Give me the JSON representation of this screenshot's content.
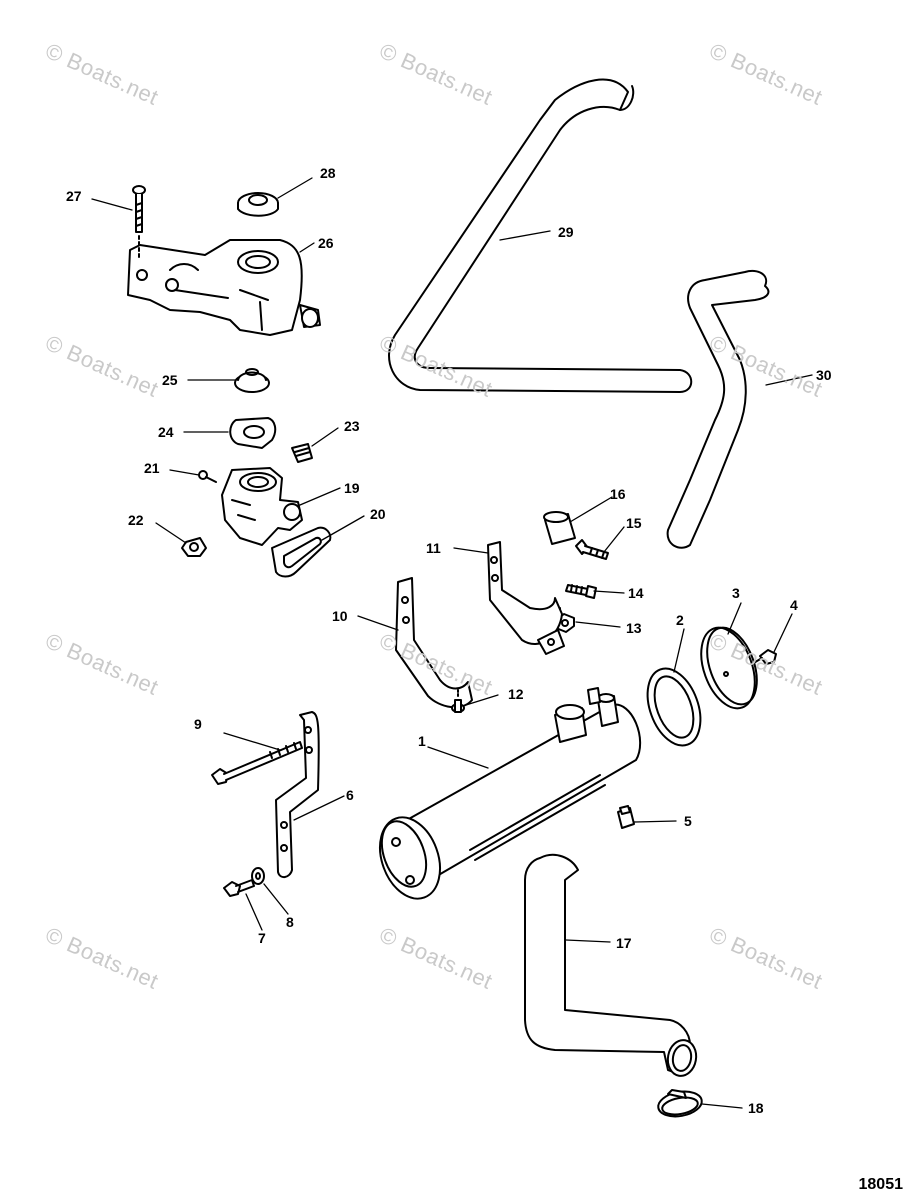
{
  "figure_number": "18051",
  "watermark": "© Boats.net",
  "callouts": {
    "c1": "1",
    "c2": "2",
    "c3": "3",
    "c4": "4",
    "c5": "5",
    "c6": "6",
    "c7": "7",
    "c8": "8",
    "c9": "9",
    "c10": "10",
    "c11": "11",
    "c12": "12",
    "c13": "13",
    "c14": "14",
    "c15": "15",
    "c16": "16",
    "c17": "17",
    "c18": "18",
    "c19": "19",
    "c20": "20",
    "c21": "21",
    "c22": "22",
    "c23": "23",
    "c24": "24",
    "c25": "25",
    "c26": "26",
    "c27": "27",
    "c28": "28",
    "c29": "29",
    "c30": "30"
  }
}
